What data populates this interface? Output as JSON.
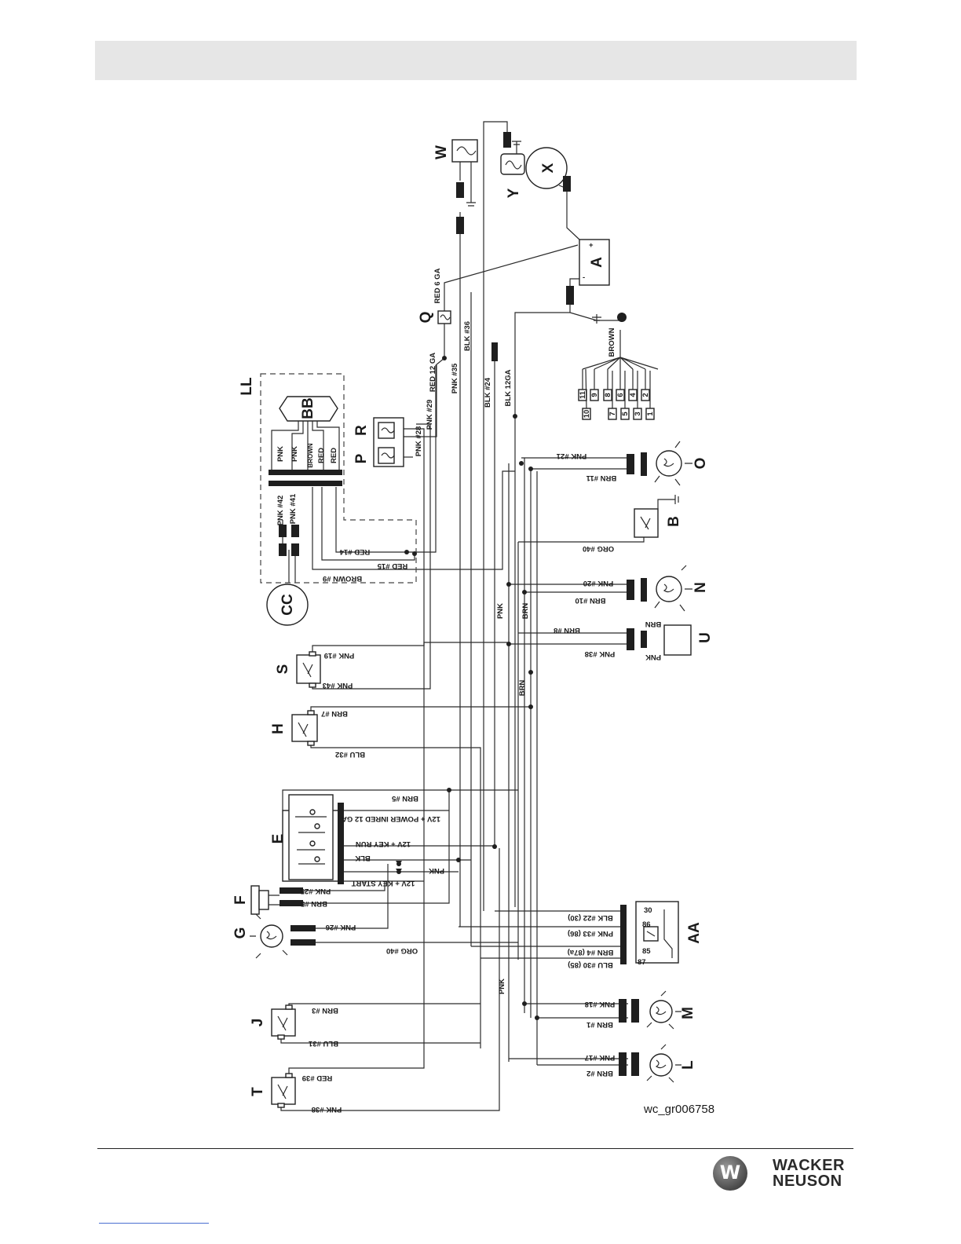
{
  "figure_id": "wc_gr006758",
  "brand": {
    "line1": "WACKER",
    "line2": "NEUSON",
    "mark": "W"
  },
  "components": {
    "W": "W",
    "Y": "Y",
    "X": "X",
    "A": "A",
    "Q": "Q",
    "LL": "LL",
    "BB": "BB",
    "P": "P",
    "R": "R",
    "CC": "CC",
    "O": "O",
    "B": "B",
    "N": "N",
    "U": "U",
    "S": "S",
    "H": "H",
    "E": "E",
    "F": "F",
    "G": "G",
    "AA": "AA",
    "J": "J",
    "M": "M",
    "T": "T",
    "L": "L"
  },
  "battery": {
    "plus": "+",
    "minus": "-"
  },
  "wire_labels": {
    "red6ga": "RED 6 GA",
    "blk36": "BLK #36",
    "red12ga": "RED 12 GA",
    "pnk35": "PNK #35",
    "pnk29": "PNK #29",
    "pnk28": "PNK #28",
    "blk24": "BLK #24",
    "blk12ga": "BLK 12GA",
    "brown_bundle": "BROWN",
    "bb_pnk1": "PNK",
    "bb_pnk2": "PNK",
    "bb_brown": "BROWN",
    "bb_red1": "RED",
    "bb_red2": "RED",
    "pnk42": "PNK #42",
    "pnk41": "PNK #41",
    "red14": "RED #14",
    "red15": "RED #15",
    "brown9": "BROWN #9",
    "pnk21": "PNK #21",
    "brn11": "BRN #11",
    "org40_b": "ORG #40",
    "pnk20": "PNK #20",
    "brn10": "BRN #10",
    "pnk_vert": "PNK",
    "brn_vert": "BRN",
    "brn8": "BRN #8",
    "pnk38_u": "PNK #38",
    "u_brn": "BRN",
    "u_pnk": "PNK",
    "pnk19": "PNK #19",
    "pnk43": "PNK #43",
    "brn_vert2": "BRN",
    "brn7": "BRN #7",
    "blu32": "BLU #32",
    "brn5_top": "BRN #5",
    "e_power": "12V + POWER INRED 12 GA",
    "e_run": "12V + KEY RUN",
    "e_blk": "BLK",
    "e_pnk": "PNK",
    "e_start": "12V + KEY START",
    "pnk25_f": "PNK #25",
    "brn5_f": "BRN #5",
    "pnk26": "PNK #26",
    "org40_g": "ORG #40",
    "blk22": "BLK #22  (30)",
    "pnk33": "PNK #33  (86)",
    "brn4": "BRN #4  (87a)",
    "blu30": "BLU #30  (85)",
    "pnk_vert3": "PNK",
    "pnk18": "PNK #18",
    "brn1": "BRN #1",
    "brn3": "BRN #3",
    "blu31": "BLU #31",
    "pnk17": "PNK #17",
    "brn2": "BRN #2",
    "red39": "RED #39",
    "pnk38_t": "PNK #38"
  },
  "relay_pins": {
    "p30": "30",
    "p86": "86",
    "p85": "85",
    "p87": "87"
  },
  "ground_pins": [
    "11",
    "9",
    "8",
    "6",
    "4",
    "2",
    "10",
    "7",
    "5",
    "3",
    "1"
  ]
}
